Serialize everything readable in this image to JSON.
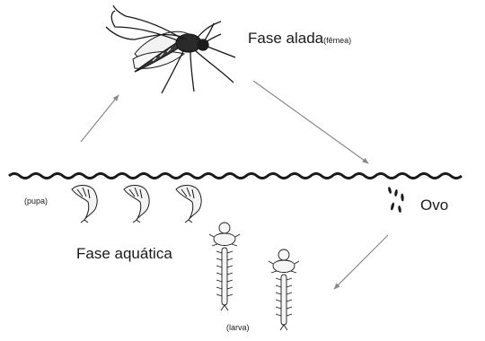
{
  "diagram": {
    "winged_phase": {
      "main": "Fase alada",
      "note": "(fêmea)"
    },
    "aquatic_phase": "Fase aquática",
    "pupa": "(pupa)",
    "egg": "Ovo",
    "larva": "(larva)"
  },
  "icons": [
    "mosquito-icon",
    "pupa-icon",
    "egg-icon",
    "larva-icon",
    "water-surface",
    "arrow"
  ],
  "colors": {
    "ink": "#1a1a1a",
    "background": "#ffffff",
    "arrow": "#8a8a8a"
  }
}
